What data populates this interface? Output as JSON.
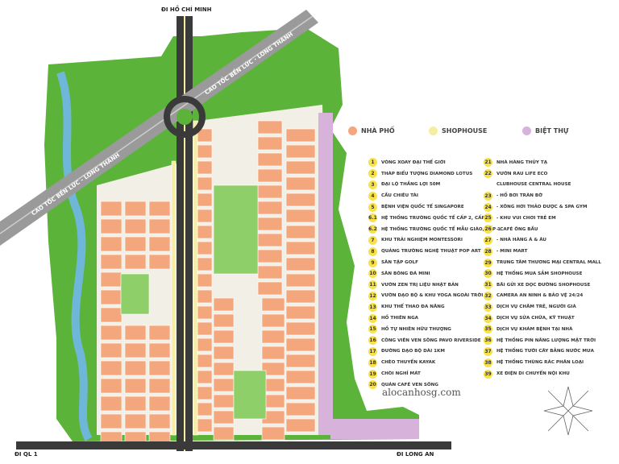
{
  "road_labels": {
    "north": "ĐI HỒ CHÍ MINH",
    "southwest": "ĐI QL 1",
    "southeast": "ĐI LONG AN"
  },
  "highway_label": "CAO TỐC BẾN LỨC - LONG THÀNH",
  "categories": [
    {
      "label": "NHÀ PHỐ",
      "color": "#f4a77d"
    },
    {
      "label": "SHOPHOUSE",
      "color": "#f5eea0"
    },
    {
      "label": "BIỆT THỰ",
      "color": "#d7b3dc"
    }
  ],
  "amenities_left": [
    {
      "n": "1",
      "label": "VÒNG XOAY ĐẠI THẾ GIỚI"
    },
    {
      "n": "2",
      "label": "THÁP BIỂU TƯỢNG DIAMOND LOTUS"
    },
    {
      "n": "3",
      "label": "ĐẠI LỘ THẮNG LỢI 50M"
    },
    {
      "n": "4",
      "label": "CẦU CHIÊU TÀI"
    },
    {
      "n": "5",
      "label": "BỆNH VIỆN QUỐC TẾ SINGAPORE"
    },
    {
      "n": "6.1",
      "label": "HỆ THỐNG TRƯỜNG QUỐC TẾ CẤP 2, CẤP 3"
    },
    {
      "n": "6.2",
      "label": "HỆ THỐNG TRƯỜNG QUỐC TẾ MẪU GIÁO, CẤP 1"
    },
    {
      "n": "7",
      "label": "KHU TRẢI NGHIỆM MONTESSORI"
    },
    {
      "n": "8",
      "label": "QUẢNG TRƯỜNG NGHỆ THUẬT POP ART"
    },
    {
      "n": "9",
      "label": "SÂN TẬP GOLF"
    },
    {
      "n": "10",
      "label": "SÂN BÓNG ĐÁ MINI"
    },
    {
      "n": "11",
      "label": "VƯỜN ZEN TRỊ LIỆU NHẬT BẢN"
    },
    {
      "n": "12",
      "label": "VƯỜN DẠO BỘ & KHU YOGA NGOÀI TRỜI"
    },
    {
      "n": "13",
      "label": "KHU THỂ THAO ĐA NĂNG"
    },
    {
      "n": "14",
      "label": "HỒ THIÊN NGA"
    },
    {
      "n": "15",
      "label": "HỒ TỰ NHIÊN HỮU THƯỢNG"
    },
    {
      "n": "16",
      "label": "CÔNG VIÊN VEN SÔNG PAVO RIVERSIDE"
    },
    {
      "n": "17",
      "label": "ĐƯỜNG DẠO BỘ DÀI 1KM"
    },
    {
      "n": "18",
      "label": "CHÈO THUYỀN KAYAK"
    },
    {
      "n": "19",
      "label": "CHÒI NGHỈ MÁT"
    },
    {
      "n": "20",
      "label": "QUÁN CAFÉ VEN SÔNG"
    }
  ],
  "amenities_right": [
    {
      "n": "21",
      "label": "NHÀ HÀNG THỦY TẠ"
    },
    {
      "n": "22",
      "label": "VƯỜN RAU LIFE ECO"
    },
    {
      "n": "",
      "label": "CLUBHOUSE CENTRAL HOUSE"
    },
    {
      "n": "23",
      "label": "- HỒ BƠI TRÀN BỜ"
    },
    {
      "n": "24",
      "label": "- XÔNG HƠI THẢO DƯỢC & SPA GYM"
    },
    {
      "n": "25",
      "label": "- KHU VUI CHƠI TRẺ EM"
    },
    {
      "n": "26",
      "label": "- CAFÉ ÔNG BẦU"
    },
    {
      "n": "27",
      "label": "- NHÀ HÀNG Á & ÂU"
    },
    {
      "n": "28",
      "label": "- MINI MART"
    },
    {
      "n": "29",
      "label": "TRUNG TÂM THƯƠNG MẠI CENTRAL MALL"
    },
    {
      "n": "30",
      "label": "HỆ THỐNG MUA SẮM SHOPHOUSE"
    },
    {
      "n": "31",
      "label": "BÃI GỬI XE DỌC ĐƯỜNG SHOPHOUSE"
    },
    {
      "n": "32",
      "label": "CAMERA AN NINH & BẢO VỆ 24/24"
    },
    {
      "n": "33",
      "label": "DỊCH VỤ CHĂM TRẺ, NGƯỜI GIÀ"
    },
    {
      "n": "34",
      "label": "DỊCH VỤ SỬA CHỮA, KỸ THUẬT"
    },
    {
      "n": "35",
      "label": "DỊCH VỤ KHÁM BỆNH TẠI NHÀ"
    },
    {
      "n": "36",
      "label": "HỆ THỐNG PIN NĂNG LƯỢNG MẶT TRỜI"
    },
    {
      "n": "37",
      "label": "HỆ THỐNG TƯỚI CÂY BẰNG NƯỚC MƯA"
    },
    {
      "n": "38",
      "label": "HỆ THỐNG THÙNG RÁC PHÂN LOẠI"
    },
    {
      "n": "39",
      "label": "XE ĐIỆN DI CHUYỂN NỘI KHU"
    }
  ],
  "watermark": "alocanhosg.com",
  "colors": {
    "park": "#5cb33a",
    "road": "#3a3a3a",
    "river": "#6fb7d9",
    "badge": "#f7e24a"
  }
}
